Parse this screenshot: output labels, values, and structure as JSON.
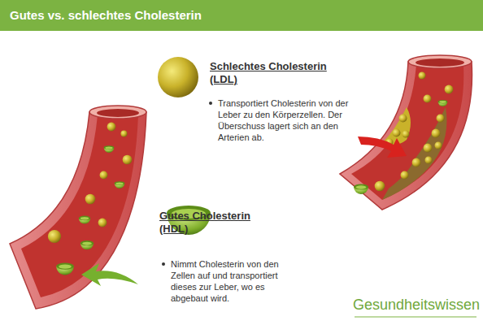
{
  "diagram": {
    "title": "Gutes vs. schlechtes Cholesterin",
    "labels": [
      "Schlechtes Cholesterin (LDL)",
      "Transportiert Cholesterin von der Leber zu den Körperzellen. Der Überschuss lagert sich an den Arterien ab.",
      "Gutes Cholesterin (HDL)",
      "Nimmt Cholesterin von den Zellen auf und transportiert dieses zur Leber, wo es abgebaut wird.",
      "Gesundheitswissen"
    ]
  }
}
